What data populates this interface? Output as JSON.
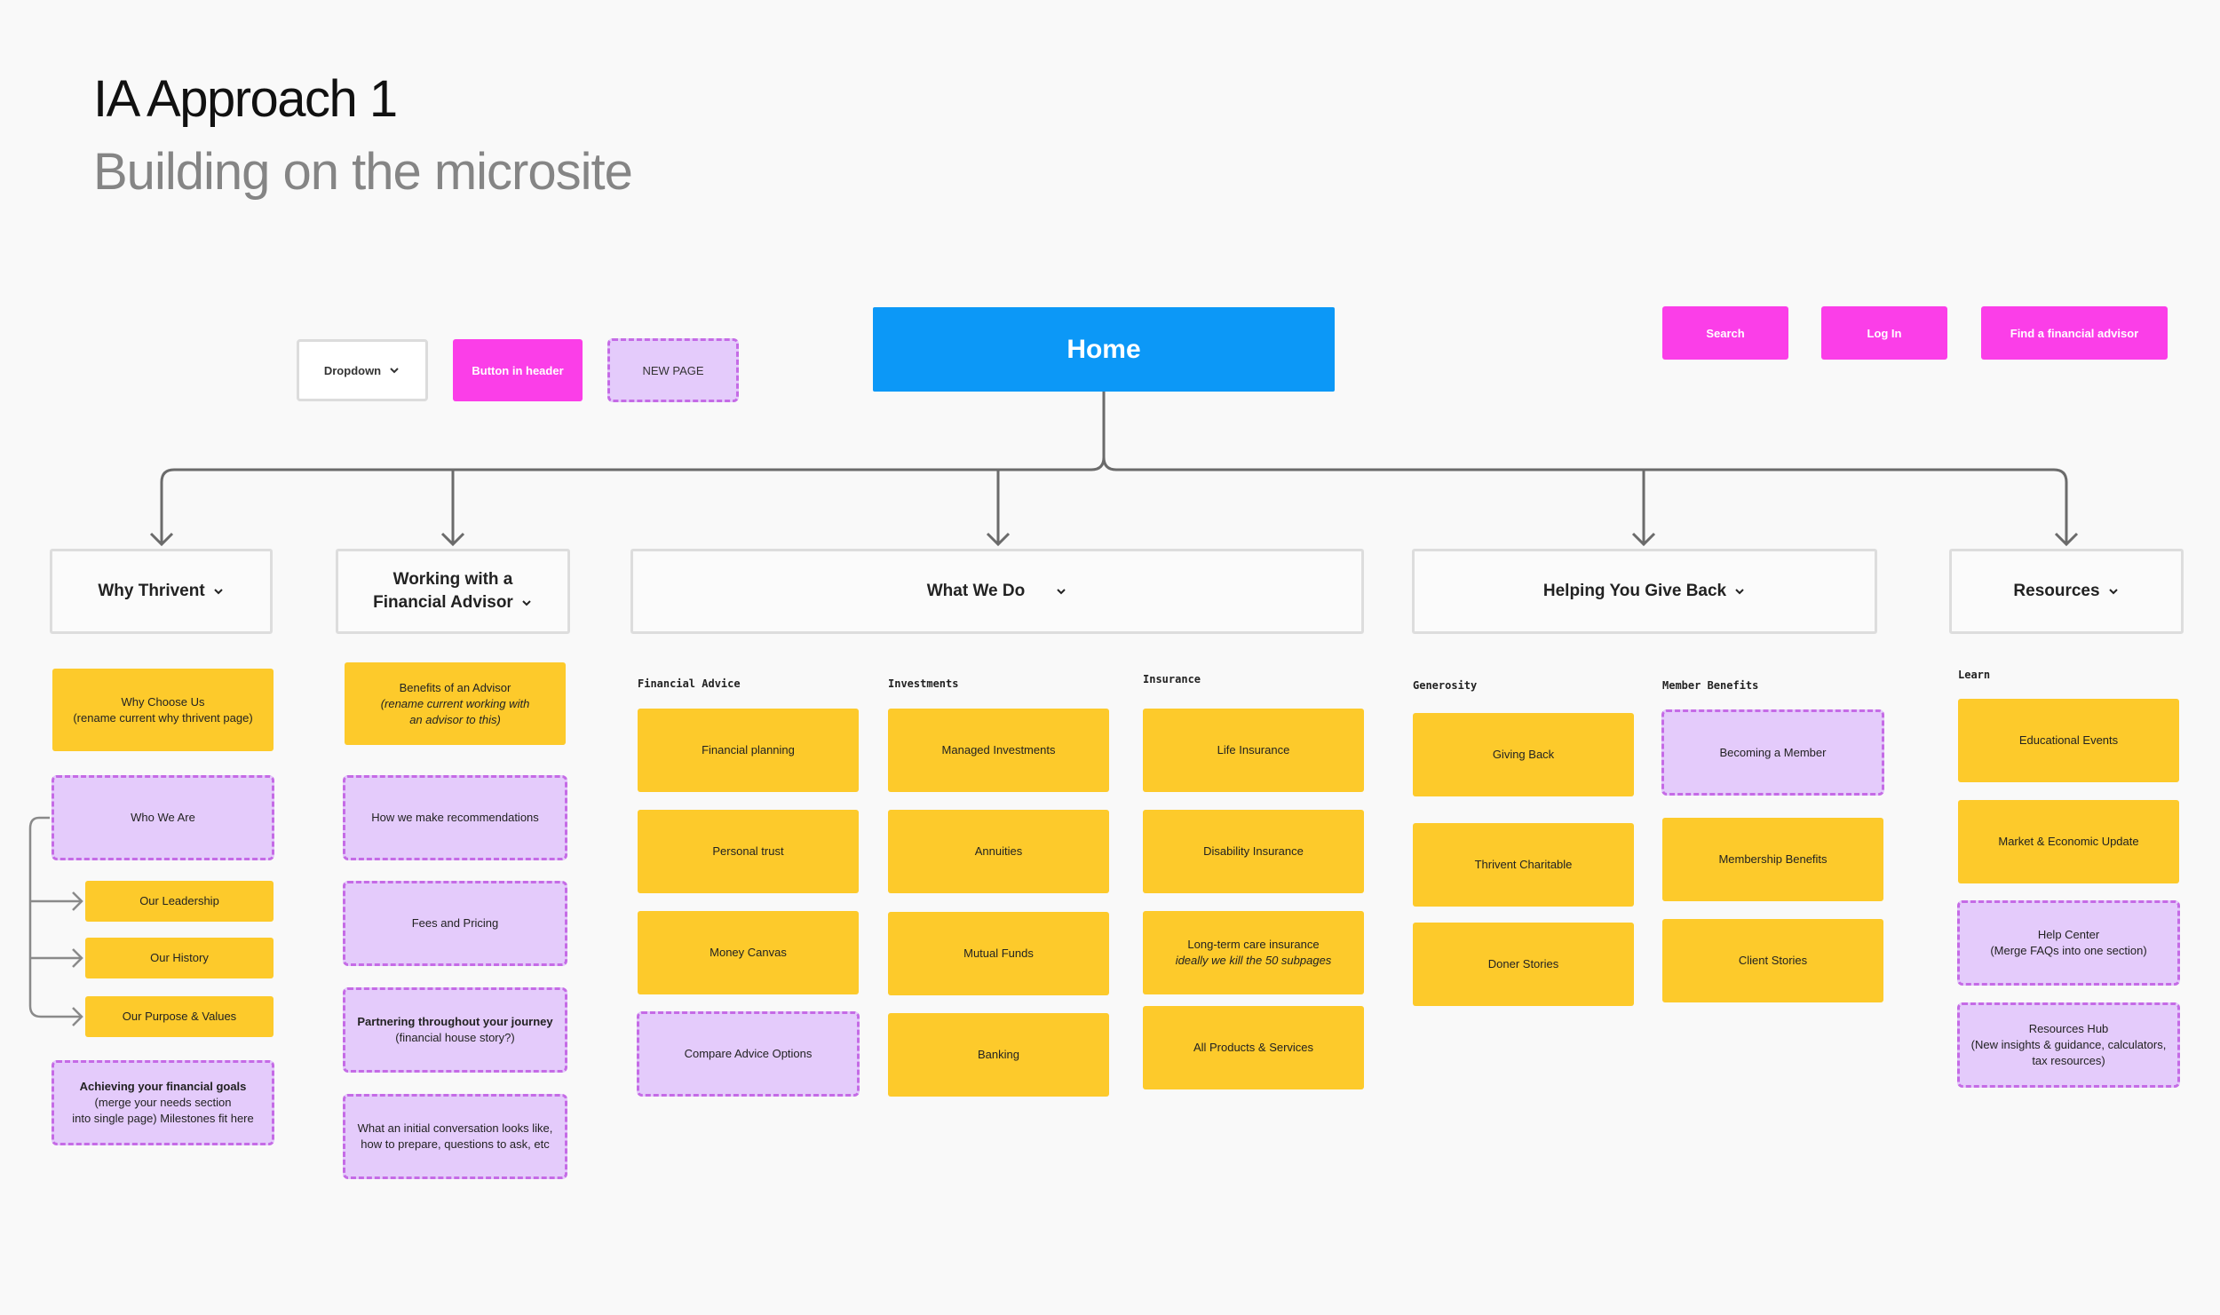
{
  "header": {
    "title": "IA Approach 1",
    "subtitle": "Building on the microsite"
  },
  "legend": {
    "dropdown": "Dropdown",
    "button_in_header": "Button in header",
    "new_page": "NEW PAGE"
  },
  "home": "Home",
  "header_buttons": {
    "search": "Search",
    "login": "Log In",
    "find_advisor": "Find a financial advisor"
  },
  "colors": {
    "home": "#0c98f7",
    "header_button": "#fb3ee8",
    "existing_page": "#fdca2b",
    "new_page": "#e4cbfb",
    "new_page_border": "#c56be6"
  },
  "why": {
    "label": "Why Thrivent",
    "choose_l1": "Why Choose Us",
    "choose_l2": "(rename current why thrivent page)",
    "who": "Who We Are",
    "leadership": "Our Leadership",
    "history": "Our History",
    "purpose": "Our Purpose & Values",
    "goals_l1": "Achieving your financial goals",
    "goals_l2": "(merge your needs section",
    "goals_l3": "into single page) Milestones fit here"
  },
  "work": {
    "label_l1": "Working with a",
    "label_l2": "Financial Advisor",
    "benefits_l1": "Benefits of an Advisor",
    "benefits_l2": "(rename current working with",
    "benefits_l3": "an advisor to this)",
    "recommend": "How we make recommendations",
    "fees": "Fees and Pricing",
    "partner_l1": "Partnering throughout your journey",
    "partner_l2": "(financial house story?)",
    "conv_l1": "What an initial conversation looks like,",
    "conv_l2": "how to prepare, questions to ask, etc"
  },
  "what": {
    "label": "What We Do",
    "fa_heading": "Financial Advice",
    "fa": [
      "Financial planning",
      "Personal trust",
      "Money Canvas",
      "Compare Advice Options"
    ],
    "inv_heading": "Investments",
    "inv": [
      "Managed Investments",
      "Annuities",
      "Mutual Funds",
      "Banking"
    ],
    "ins_heading": "Insurance",
    "ins_life": "Life Insurance",
    "ins_dis": "Disability Insurance",
    "ltc_l1": "Long-term care insurance",
    "ltc_l2": "ideally we kill the 50 subpages",
    "ins_all": "All Products & Services"
  },
  "give": {
    "label": "Helping You Give Back",
    "gen_heading": "Generosity",
    "gen": [
      "Giving Back",
      "Thrivent Charitable",
      "Doner Stories"
    ],
    "mem_heading": "Member Benefits",
    "mem": [
      "Becoming a Member",
      "Membership Benefits",
      "Client Stories"
    ]
  },
  "res": {
    "label": "Resources",
    "learn_heading": "Learn",
    "events": "Educational Events",
    "market": "Market & Economic Update",
    "help_l1": "Help Center",
    "help_l2": "(Merge FAQs into one section)",
    "hub_l1": "Resources Hub",
    "hub_l2": "(New insights & guidance, calculators,",
    "hub_l3": "tax resources)"
  }
}
